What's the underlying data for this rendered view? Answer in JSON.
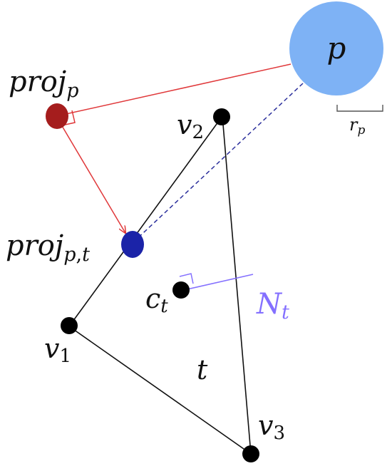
{
  "labels": {
    "p": "p",
    "proj_p_base": "proj",
    "proj_p_sub": "p",
    "proj_pt_base": "proj",
    "proj_pt_sub_a": "p",
    "proj_pt_sub_comma": ",",
    "proj_pt_sub_b": "t",
    "v1_base": "v",
    "v1_sub": "1",
    "v2_base": "v",
    "v2_sub": "2",
    "v3_base": "v",
    "v3_sub": "3",
    "ct_base": "c",
    "ct_sub": "t",
    "nt_base": "N",
    "nt_sub": "t",
    "rp_base": "r",
    "rp_sub": "p",
    "t": "t"
  },
  "colors": {
    "sphere_fill": "#7eb2f5",
    "proj_p_fill": "#a51d1d",
    "proj_pt_fill": "#1b23a8",
    "vertex_fill": "#000000",
    "projection_line": "#e0383a",
    "dashed_line": "#2b2f9c",
    "normal_line": "#8470ff",
    "edge_line": "#111111",
    "bracket_line": "#555555"
  }
}
